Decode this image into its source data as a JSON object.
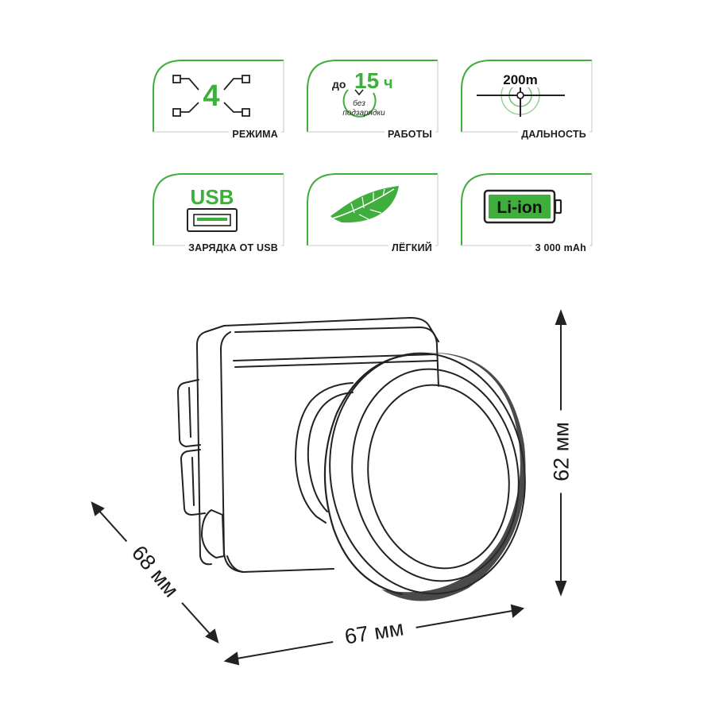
{
  "features": {
    "modes": {
      "value": "4",
      "caption": "РЕЖИМА",
      "icon": "modes-network-icon"
    },
    "runtime": {
      "prefix": "до",
      "value": "15",
      "unit": "ч",
      "note_line1": "без",
      "note_line2": "подзарядки",
      "caption": "РАБОТЫ",
      "icon": "clock-icon"
    },
    "range": {
      "value": "200m",
      "caption": "ДАЛЬНОСТЬ",
      "icon": "crosshair-icon"
    },
    "usb": {
      "label": "USB",
      "caption": "ЗАРЯДКА ОТ USB",
      "icon": "usb-port-icon"
    },
    "light": {
      "caption": "ЛЁГКИЙ",
      "icon": "leaf-icon"
    },
    "battery": {
      "label": "Li-ion",
      "caption": "3 000 mAh",
      "icon": "battery-icon"
    }
  },
  "dimensions": {
    "depth": "68 мм",
    "width": "67 мм",
    "height": "62 мм"
  },
  "colors": {
    "accent": "#3fae3c",
    "outline": "#222222"
  }
}
